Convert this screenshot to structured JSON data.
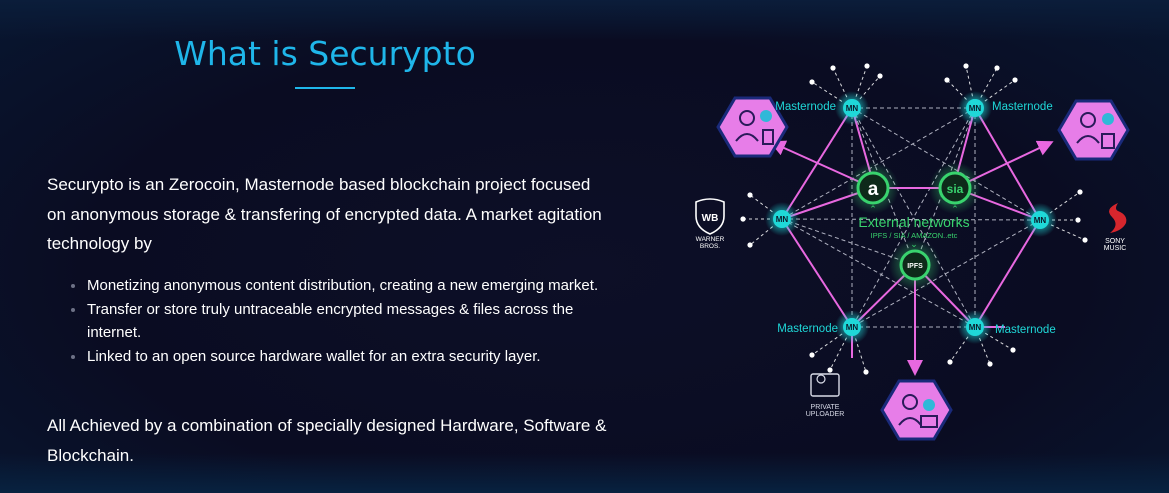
{
  "section": {
    "title": "What is Securypto",
    "intro": "Securypto is an Zerocoin, Masternode based blockchain project focused on anonymous storage & transfering of encrypted data. A market agitation technology by",
    "bullets": [
      "Monetizing anonymous content distribution, creating a new emerging market.",
      "Transfer or store truly untraceable encrypted messages & files across the internet.",
      "Linked to an open source hardware wallet for an extra security layer."
    ],
    "outro": "All Achieved by a combination of specially designed Hardware, Software & Blockchain."
  },
  "diagram": {
    "node_label": "MN",
    "masternode_label": "Masternode",
    "center_title": "External networks",
    "center_subtitle": "IPFS / SIA / AMAZON..etc",
    "hub_a": "a",
    "hub_sia": "sia",
    "hub_ipfs": "IPFS",
    "warner": [
      "WARNER",
      "BROS."
    ],
    "warner_badge": "WB",
    "sony": [
      "SONY",
      "MUSIC"
    ],
    "private_uploader": [
      "PRIVATE",
      "UPLOADER"
    ],
    "colors": {
      "accent": "#1fb6ea",
      "node": "#1fd8d8",
      "hub": "#39d36e",
      "pink_line": "#e868e0",
      "hexagon": "#e77de8",
      "sony_red": "#d6262d"
    }
  }
}
